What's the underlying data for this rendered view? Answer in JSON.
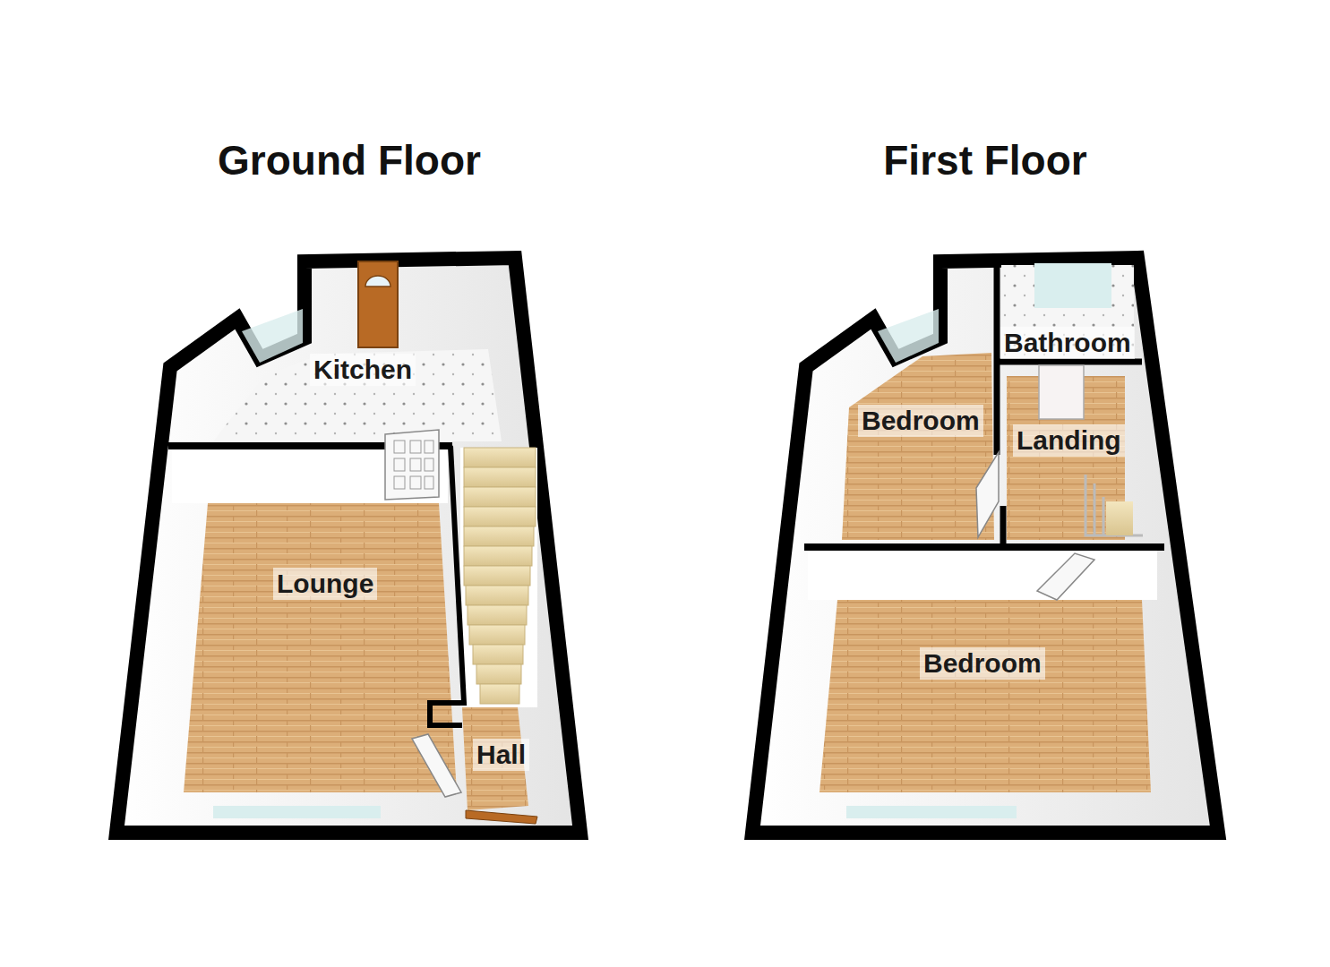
{
  "diagram": {
    "nodes": [
      {
        "text": [
          "Ground Floor"
        ]
      },
      {
        "text": [
          "Kitchen"
        ],
        "in": 0
      },
      {
        "text": [
          "Lounge"
        ],
        "in": 0
      },
      {
        "text": [
          "Hall"
        ],
        "in": 0
      },
      {
        "text": [
          "First Floor"
        ]
      },
      {
        "text": [
          "Bedroom"
        ],
        "in": 4
      },
      {
        "text": [
          "Bathroom"
        ],
        "in": 4
      },
      {
        "text": [
          "Landing"
        ],
        "in": 4
      },
      {
        "text": [
          "Bedroom"
        ],
        "in": 4
      }
    ]
  }
}
